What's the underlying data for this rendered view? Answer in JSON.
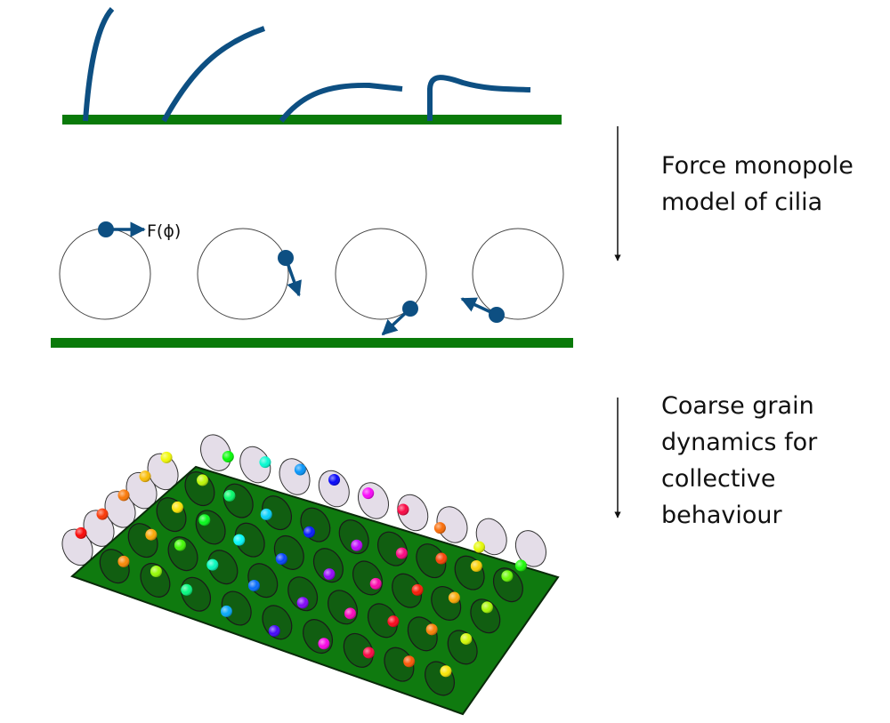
{
  "colors": {
    "substrate": "#0a7a0a",
    "cilium": "#0d4f82",
    "plate": "#0f7a0f",
    "plate_edge": "#0a2a0a",
    "orbit_stroke": "#333333",
    "upright_orbit_fill": "#e4dde8",
    "arrow": "#111111"
  },
  "top_panel": {
    "label": "cilia-beat-strokes",
    "cilia_count": 4
  },
  "middle_panel": {
    "force_label": "F(ϕ)",
    "orbits": [
      {
        "phase_desc": "top, force right"
      },
      {
        "phase_desc": "right, force down"
      },
      {
        "phase_desc": "bottom-right, force down-left"
      },
      {
        "phase_desc": "bottom, force left"
      }
    ]
  },
  "captions": {
    "step1": [
      "Force monopole",
      "model of cilia"
    ],
    "step2": [
      "Coarse grain",
      "dynamics for",
      "collective",
      "behaviour"
    ]
  },
  "lattice": {
    "upright_left_edge_hues": [
      0,
      12,
      28,
      45,
      62
    ],
    "upright_back_edge_hues": [
      120,
      170,
      205,
      240,
      300,
      345,
      25,
      65,
      115
    ],
    "plate_rows_hues": [
      [
        75,
        145,
        190,
        235,
        285,
        330,
        15,
        50,
        95
      ],
      [
        55,
        125,
        180,
        225,
        275,
        320,
        5,
        40,
        80
      ],
      [
        40,
        105,
        165,
        215,
        270,
        315,
        355,
        30,
        70
      ],
      [
        32,
        85,
        150,
        200,
        255,
        305,
        345,
        20,
        55
      ]
    ]
  }
}
